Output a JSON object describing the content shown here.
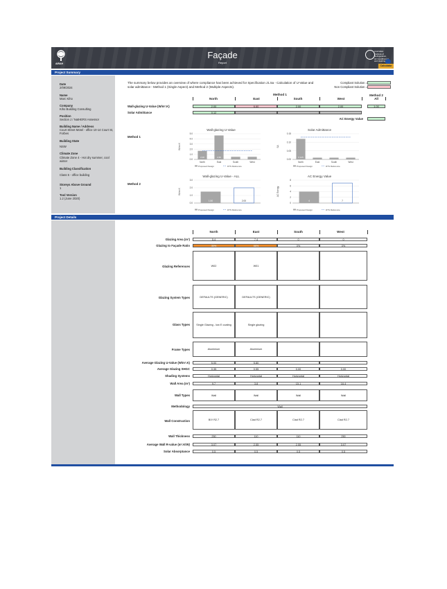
{
  "header": {
    "logo_text": "AIRAH",
    "title": "Façade",
    "subtitle": "Report",
    "right_logo_text": "Australian Institute of Refrigeration, Air Conditioning and Heating",
    "calc_label": "Calculator"
  },
  "sections": {
    "summary": "Project Summary",
    "details": "Project Details"
  },
  "sidebar": [
    {
      "label": "Date",
      "value": "2/09/2024"
    },
    {
      "label": "Name",
      "value": "Marc Kiho"
    },
    {
      "label": "Company",
      "value": "Kiho Building Consulting"
    },
    {
      "label": "Position",
      "value": "Section J / NatHERS Assessor"
    },
    {
      "label": "Building Name / Address",
      "value": "Court Street Motel - office 10-14 Court St, Forbes"
    },
    {
      "label": "Building State",
      "value": "NSW"
    },
    {
      "label": "Climate Zone",
      "value": "Climate Zone 4 - Hot dry summer, cool winter"
    },
    {
      "label": "Building Classification",
      "value": "Class 5 - office building"
    },
    {
      "label": "Storeys Above Ground",
      "value": "1"
    },
    {
      "label": "Tool Version",
      "value": "1.2 (June 2020)"
    }
  ],
  "summary": {
    "intro": "The summary below provides an overview of where compliance has been achieved for Specification J1.5a - Calculation of U-Value and solar admittance - Method 1 (Single Aspect) and Method 2 (Multiple Aspects).",
    "compliant_label": "Compliant Solution =",
    "noncompliant_label": "Non Compliant Solution =",
    "method1_label": "Method 1",
    "method2_label": "Method 2",
    "method2_all": "All",
    "directions": [
      "North",
      "East",
      "South",
      "West"
    ],
    "row_uvalue_label": "Wall-glazing U-Value  (W/m².K)",
    "row_uvalue_values": [
      "2.00",
      "6.60",
      "2.00",
      "2.00"
    ],
    "row_uvalue_method2": "1.00",
    "row_solar_label": "Solar Admittance",
    "row_solar_values": [
      "0.12",
      "",
      "",
      ""
    ],
    "ac_energy_label": "AC Energy Value",
    "colors": {
      "compliant": "#c6efce",
      "noncompliant": "#ffc7ce",
      "proposed": "#a6a6a6",
      "reference": "#4472c4"
    }
  },
  "charts": [
    {
      "title": "Wall-glazing U-Value",
      "type": "bar",
      "categories": [
        "North",
        "East",
        "South",
        "West"
      ],
      "series": [
        {
          "name": "Proposed Design",
          "values": [
            2.0,
            5.6,
            0.6,
            0.6
          ]
        },
        {
          "name": "DTS Reference",
          "values": [
            2.0,
            2.0,
            2.0,
            2.0
          ]
        }
      ],
      "data_labels": [
        "2.00",
        "2.60",
        "",
        ""
      ],
      "ylabel": "W/m².K",
      "yticks": [
        "5.0",
        "4.0",
        "3.0",
        "2.0",
        "1.0",
        "0.0"
      ],
      "ylim": [
        0,
        6
      ]
    },
    {
      "title": "Solar Admittance",
      "type": "bar",
      "categories": [
        "North",
        "East",
        "South",
        "West"
      ],
      "series": [
        {
          "name": "Proposed Design",
          "values": [
            0.12,
            0.01,
            0.01,
            0.01
          ]
        },
        {
          "name": "DTS Reference",
          "values": [
            0.13,
            0.13,
            0.13,
            0.13
          ]
        }
      ],
      "data_labels": [
        "0.125",
        "",
        "",
        ""
      ],
      "ylabel": "SA",
      "yticks": [
        "0.15",
        "0.10",
        "0.05",
        "0.00"
      ],
      "ylim": [
        0,
        0.15
      ]
    },
    {
      "title": "Wall-glazing U-Value - ALL",
      "type": "bar",
      "categories": [
        "",
        ""
      ],
      "series": [
        {
          "name": "Proposed Design",
          "values": [
            1.5,
            0
          ]
        },
        {
          "name": "DTS Reference",
          "values": [
            0,
            2.0
          ]
        }
      ],
      "data_labels": [
        "1.50",
        "2.00"
      ],
      "ylabel": "W/m².K",
      "yticks": [
        "3.0",
        "2.0",
        "1.0",
        "0.0"
      ],
      "ylim": [
        0,
        3
      ]
    },
    {
      "title": "AC Energy Value",
      "type": "bar",
      "categories": [
        "",
        ""
      ],
      "series": [
        {
          "name": "Proposed Design",
          "values": [
            4,
            0
          ]
        },
        {
          "name": "DTS Reference",
          "values": [
            0,
            7
          ]
        }
      ],
      "data_labels": [
        "4",
        "7"
      ],
      "ylabel": "AC Energy",
      "yticks": [
        "8",
        "6",
        "4",
        "2",
        "0"
      ],
      "ylim": [
        0,
        8
      ]
    }
  ],
  "details": {
    "directions": [
      "North",
      "East",
      "South",
      "West"
    ],
    "glazing_area_label": "Glazing Area (m²)",
    "glazing_area": [
      "5.4",
      "7.4",
      "0",
      "0"
    ],
    "glazing_ratio_label": "Glazing to Façade Ratio",
    "glazing_ratio": [
      "30%",
      "66%",
      "0%",
      "0%"
    ],
    "glazing_refs_label": "Glazing References",
    "glazing_refs": [
      "W02",
      "W01",
      "",
      ""
    ],
    "glazing_system_label": "Glazing System Types",
    "glazing_system": [
      "DEFAULTS (GENERIC)",
      "DEFAULTS (GENERIC)",
      "",
      ""
    ],
    "glass_types_label": "Glass Types",
    "glass_types": [
      "Single Glazing - low E coating",
      "Single glazing",
      "",
      ""
    ],
    "frame_types_label": "Frame Types",
    "frame_types": [
      "Aluminium",
      "Aluminium",
      "",
      ""
    ],
    "avg_u_label": "Average Glazing U-Value (W/m².K)",
    "avg_u": [
      "5.00",
      "5.80",
      "",
      ""
    ],
    "avg_shgc_label": "Average Glazing SHGC",
    "avg_shgc": [
      "0.35",
      "0.55",
      "0.00",
      "0.00"
    ],
    "shading_label": "Shading Systems",
    "shading": [
      "Horizontal",
      "Horizontal",
      "Horizontal",
      "Horizontal"
    ],
    "wall_area_label": "Wall Area (m²)",
    "wall_area": [
      "9.7",
      "3.8",
      "15.1",
      "16.4"
    ],
    "wall_types_label": "Wall Types",
    "wall_types": [
      "Wall",
      "Wall",
      "Wall",
      "Wall"
    ],
    "methodology_label": "Methodology",
    "methodology": "Wall",
    "wall_construction_label": "Wall Construction",
    "wall_construction": [
      "B/V R2.7",
      "Clad R2.7",
      "Clad R2.7",
      "Clad R2.7"
    ],
    "wall_thickness_label": "Wall Thickness",
    "wall_thickness": [
      "250",
      "110",
      "110",
      "250"
    ],
    "avg_wall_r_label": "Average Wall R-value (m².K/W)",
    "avg_wall_r": [
      "3.07",
      "2.55",
      "2.55",
      "3.07"
    ],
    "solar_abs_label": "Solar Absorptance",
    "solar_abs": [
      "0.5",
      "0.5",
      "0.5",
      "0.5"
    ]
  }
}
